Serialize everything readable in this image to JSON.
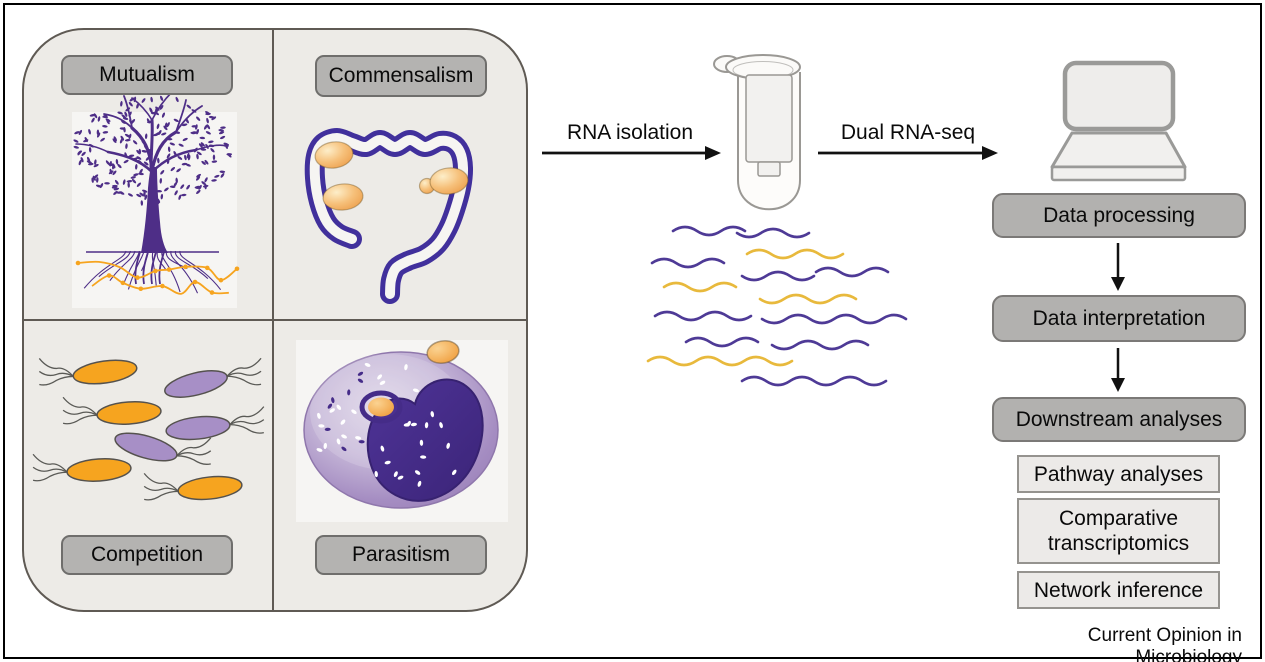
{
  "figure": {
    "journal_label": "Current Opinion in Microbiology"
  },
  "quadrants": [
    {
      "label": "Mutualism",
      "illustration": "tree-with-mycorrhizal-network"
    },
    {
      "label": "Commensalism",
      "illustration": "intestine-with-gut-bacteria"
    },
    {
      "label": "Competition",
      "illustration": "competing-bacteria-populations"
    },
    {
      "label": "Parasitism",
      "illustration": "macrophage-with-intracellular-bacteria"
    }
  ],
  "process_arrows": [
    {
      "label": "RNA isolation"
    },
    {
      "label": "Dual RNA-seq"
    }
  ],
  "center_icons": {
    "tube": "spin-column-tube",
    "strands": "rna-strands"
  },
  "right_icons": {
    "computer": "laptop"
  },
  "flow_steps": [
    {
      "label": "Data processing"
    },
    {
      "label": "Data interpretation"
    },
    {
      "label": "Downstream analyses"
    }
  ],
  "analysis_boxes": [
    {
      "label": "Pathway analyses"
    },
    {
      "label": "Comparative transcriptomics"
    },
    {
      "label": "Network inference"
    }
  ],
  "colors": {
    "panel_bg": "#edebe7",
    "panel_border": "#5f5a54",
    "label_gray": "#b4b3b1",
    "light_box": "#eceae8",
    "tree_purple": "#4e2e87",
    "intestine_indigo": "#41309c",
    "orange": "#f6a41f",
    "rna_purple": "#4e3a96",
    "rna_yellow": "#e8b93c",
    "bacteria_lavender": "#a78fc6",
    "nucleus_purple": "#452c88"
  }
}
